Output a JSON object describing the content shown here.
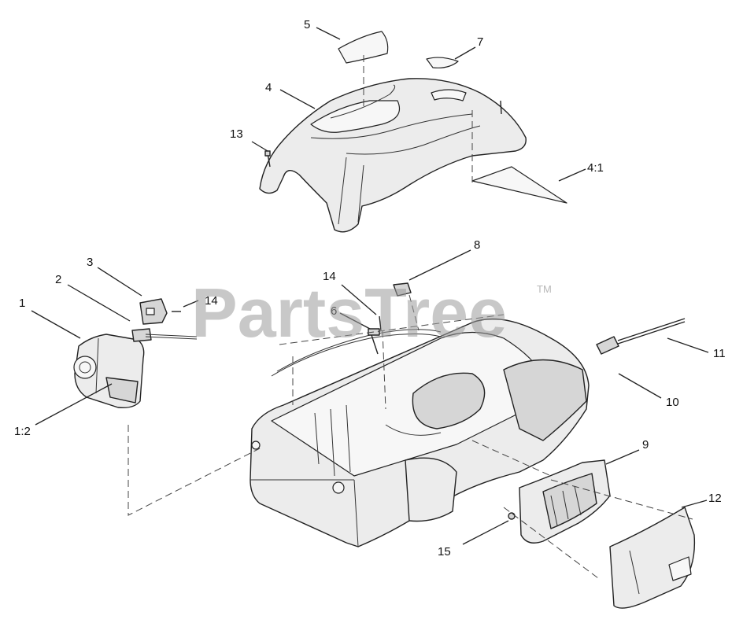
{
  "watermark": {
    "text": "PartsTree",
    "trademark": "TM"
  },
  "callouts": {
    "c1": "1",
    "c1_2": "1:2",
    "c2": "2",
    "c3": "3",
    "c4": "4",
    "c4_1": "4:1",
    "c5": "5",
    "c6": "6",
    "c7": "7",
    "c8": "8",
    "c9": "9",
    "c10": "10",
    "c11": "11",
    "c12": "12",
    "c13": "13",
    "c14a": "14",
    "c14b": "14",
    "c15": "15"
  }
}
